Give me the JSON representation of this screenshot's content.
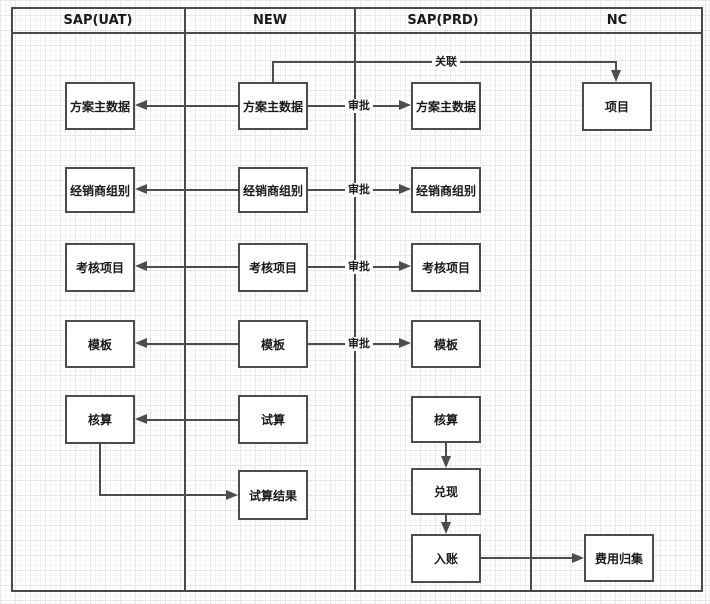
{
  "diagram": {
    "lanes": [
      {
        "label": "SAP(UAT)"
      },
      {
        "label": "NEW"
      },
      {
        "label": "SAP(PRD)"
      },
      {
        "label": "NC"
      }
    ],
    "nodes": {
      "uat_plan": "方案主数据",
      "uat_dealer": "经销商组别",
      "uat_assess": "考核项目",
      "uat_template": "模板",
      "uat_account": "核算",
      "new_plan": "方案主数据",
      "new_dealer": "经销商组别",
      "new_assess": "考核项目",
      "new_template": "模板",
      "new_trial": "试算",
      "new_trial_result": "试算结果",
      "prd_plan": "方案主数据",
      "prd_dealer": "经销商组别",
      "prd_assess": "考核项目",
      "prd_template": "模板",
      "prd_account": "核算",
      "prd_cash": "兑现",
      "prd_entry": "入账",
      "nc_project": "项目",
      "nc_expense": "费用归集"
    },
    "edge_labels": {
      "approve": "审批",
      "link": "关联"
    },
    "colors": {
      "line": "#4d4d4d",
      "node_fill": "#ffffff",
      "grid_minor": "#f5f5f5",
      "grid_major": "#e7e7e7"
    }
  }
}
